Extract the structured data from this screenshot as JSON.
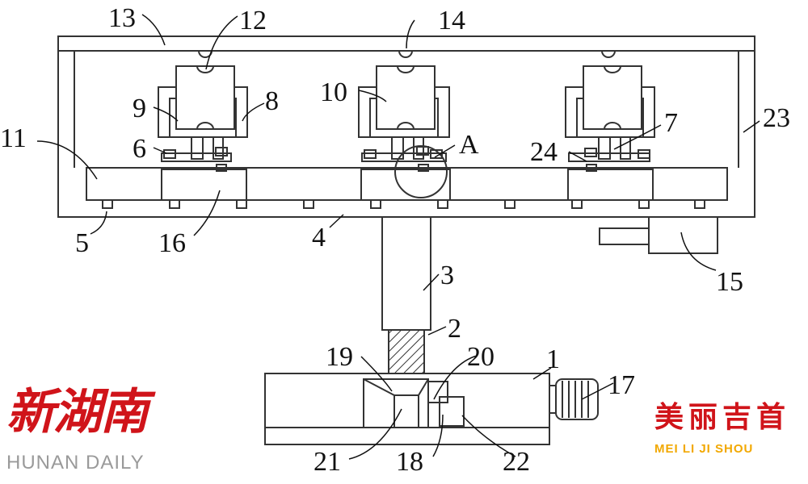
{
  "labels": {
    "l1": "1",
    "l2": "2",
    "l3": "3",
    "l4": "4",
    "l5": "5",
    "l6": "6",
    "l7": "7",
    "l8": "8",
    "l9": "9",
    "l10": "10",
    "l11": "11",
    "l12": "12",
    "l13": "13",
    "l14": "14",
    "l15": "15",
    "l16": "16",
    "l17": "17",
    "l18": "18",
    "l19": "19",
    "l20": "20",
    "l21": "21",
    "l22": "22",
    "l23": "23",
    "l24": "24",
    "lA": "A"
  },
  "watermark_left": {
    "cn": "新湖南",
    "en": "HUNAN DAILY"
  },
  "watermark_right": {
    "cn": "美丽吉首",
    "en": "MEI LI JI SHOU"
  }
}
